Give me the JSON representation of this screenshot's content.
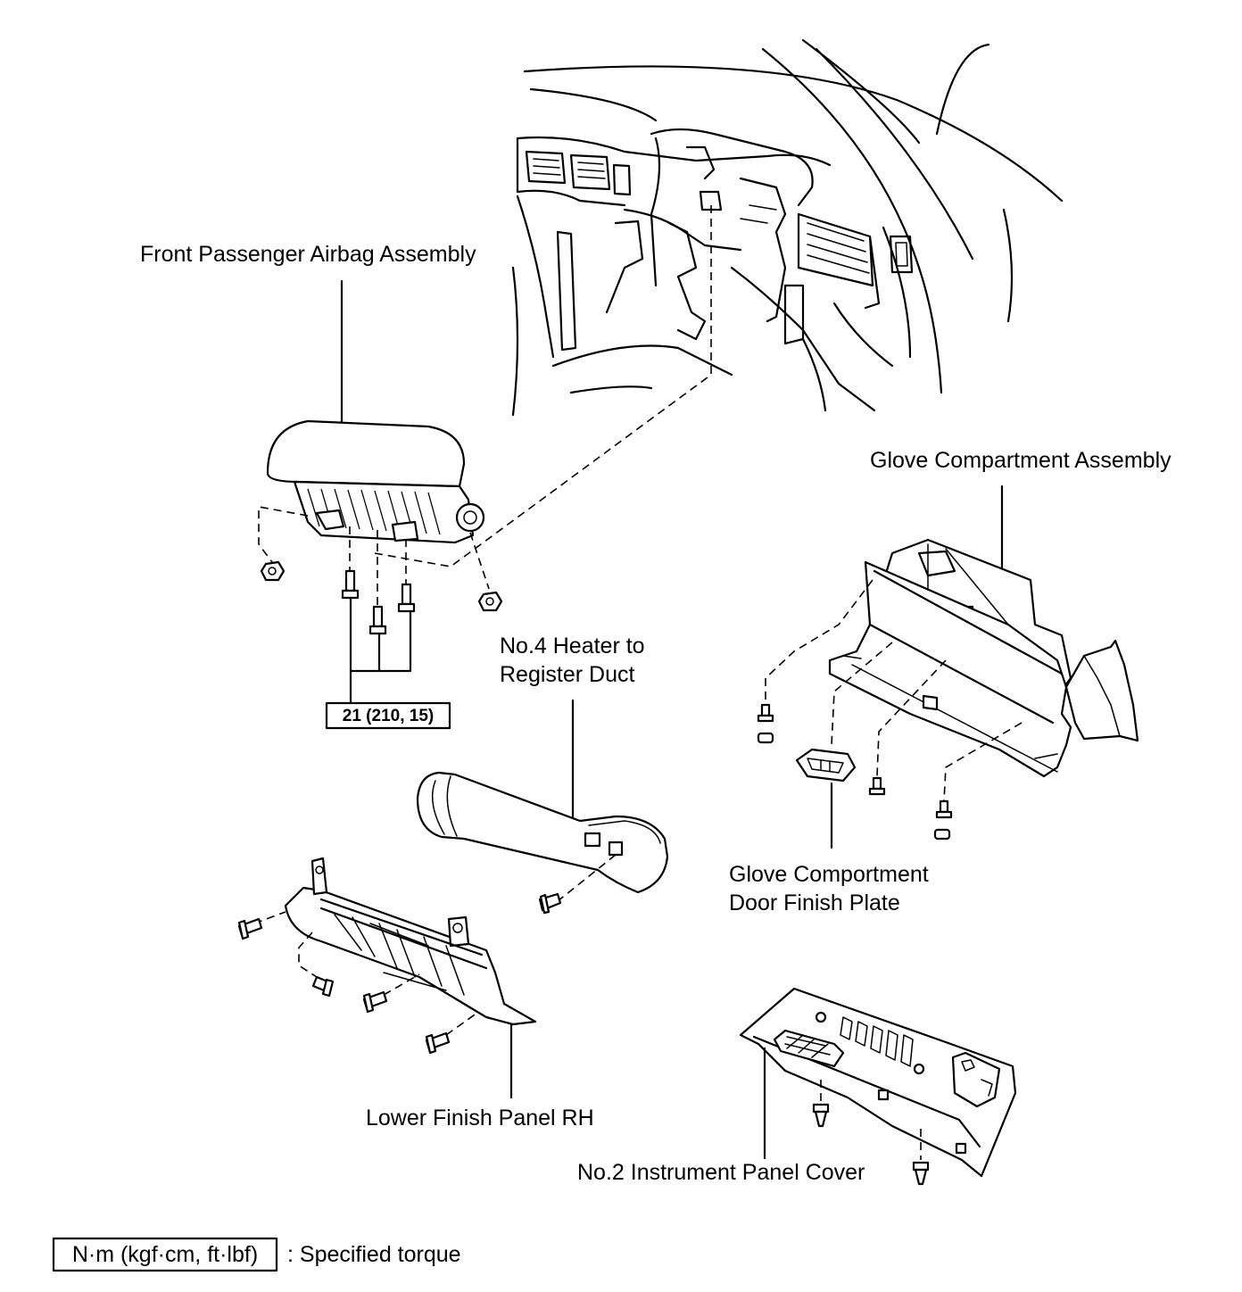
{
  "labels": {
    "airbag": "Front Passenger Airbag Assembly",
    "glove_compartment": "Glove Compartment Assembly",
    "heater_duct_line1": "No.4 Heater to",
    "heater_duct_line2": "Register Duct",
    "door_plate_line1": "Glove Comportment",
    "door_plate_line2": "Door Finish Plate",
    "lower_panel": "Lower Finish Panel RH",
    "instrument_cover": "No.2 Instrument Panel Cover"
  },
  "torque_spec": "21 (210, 15)",
  "legend": {
    "unit_box": "N·m (kgf·cm, ft·lbf)",
    "description": ": Specified torque"
  }
}
